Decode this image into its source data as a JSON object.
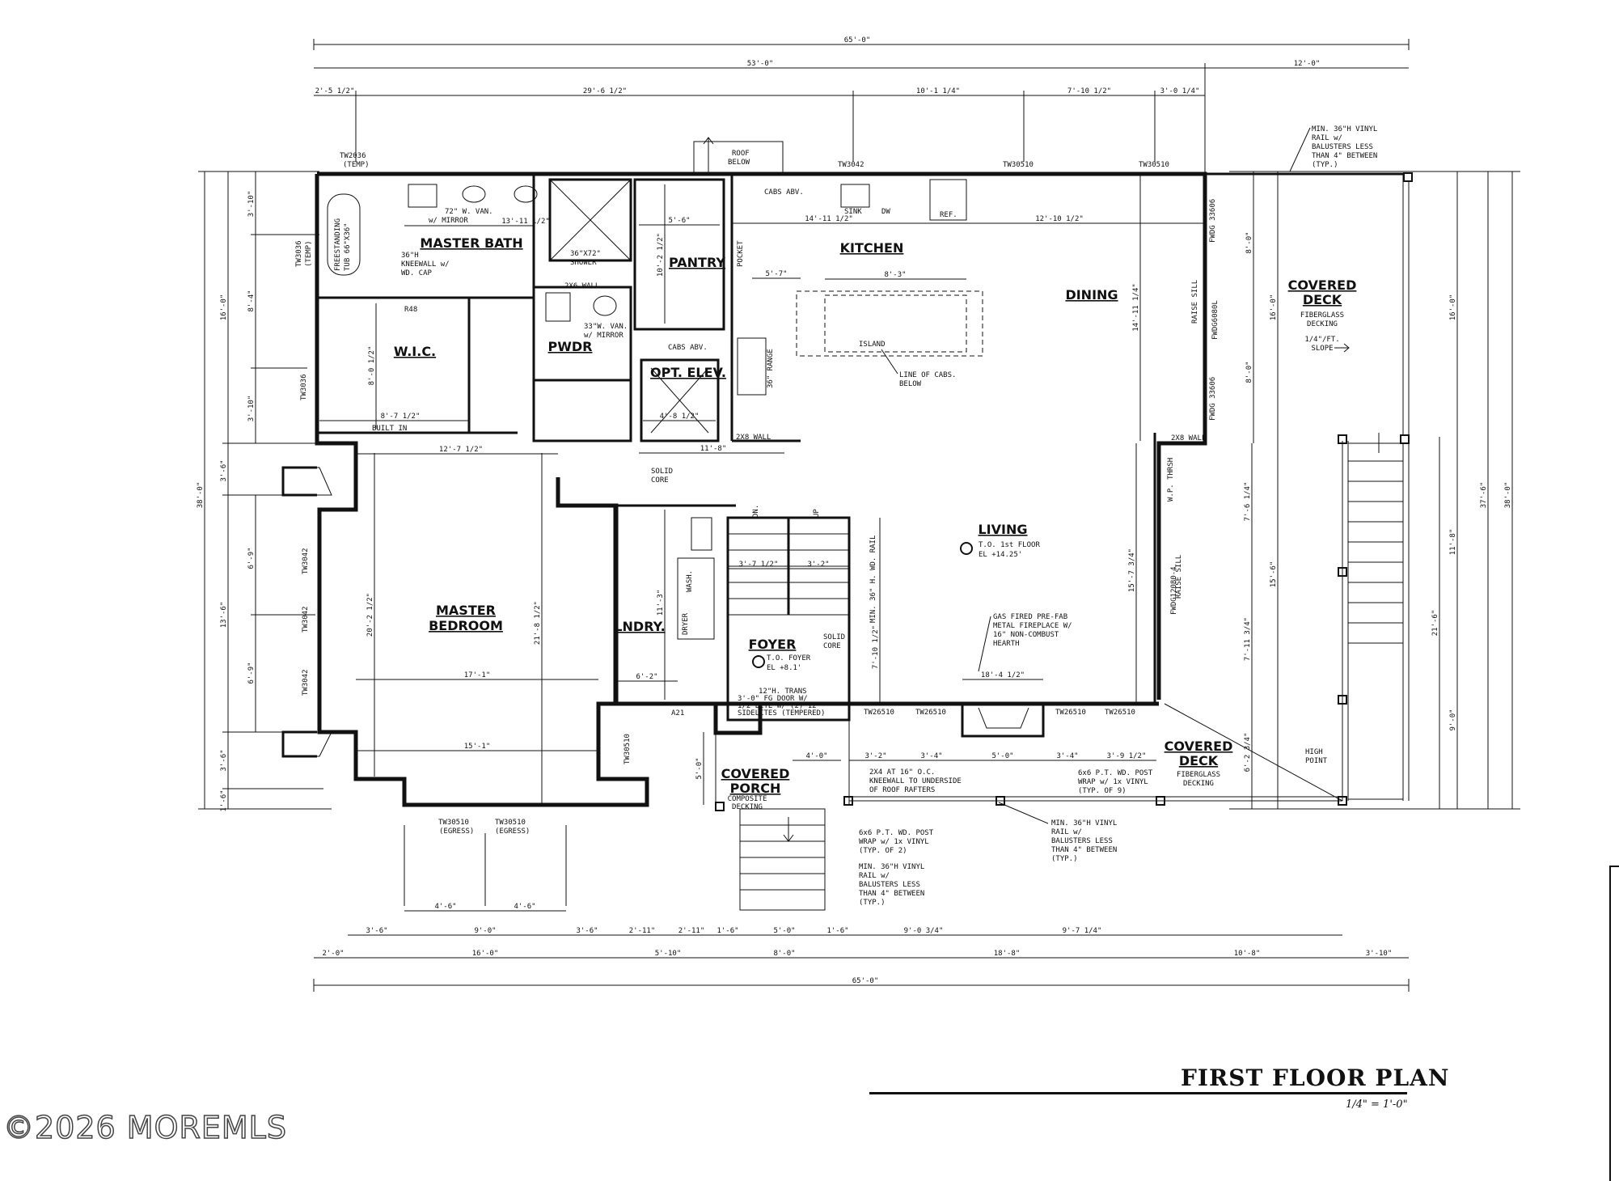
{
  "title": "FIRST FLOOR PLAN",
  "scale": "1/4\" = 1'-0\"",
  "watermark": "©2026 MOREMLS",
  "rooms": {
    "master_bath": "MASTER BATH",
    "wic": "W.I.C.",
    "pwdr": "PWDR",
    "pantry": "PANTRY",
    "kitchen": "KITCHEN",
    "dining": "DINING",
    "opt_elev": "OPT. ELEV.",
    "master_bedroom_1": "MASTER",
    "master_bedroom_2": "BEDROOM",
    "lndry": "LNDRY.",
    "foyer": "FOYER",
    "living": "LIVING",
    "covered_deck_right_1": "COVERED",
    "covered_deck_right_2": "DECK",
    "covered_deck_bottom_1": "COVERED",
    "covered_deck_bottom_2": "DECK",
    "covered_porch_1": "COVERED",
    "covered_porch_2": "PORCH"
  },
  "notes": {
    "living_el_1": "T.O. 1st FLOOR",
    "living_el_2": "EL +14.25'",
    "foyer_el_1": "T.O. FOYER",
    "foyer_el_2": "EL +8.1'",
    "fiberglass_1": "FIBERGLASS",
    "fiberglass_2": "DECKING",
    "slope_1": "1/4\"/FT.",
    "slope_2": "SLOPE",
    "fiberglass_b1": "FIBERGLASS",
    "fiberglass_b2": "DECKING",
    "composite_1": "COMPOSITE",
    "composite_2": "DECKING",
    "rail_top_1": "MIN. 36\"H VINYL",
    "rail_top_2": "RAIL w/",
    "rail_top_3": "BALUSTERS LESS",
    "rail_top_4": "THAN 4\" BETWEEN",
    "rail_top_5": "(TYP.)",
    "roof_below_1": "ROOF",
    "roof_below_2": "BELOW",
    "fireplace_1": "GAS FIRED PRE-FAB",
    "fireplace_2": "METAL FIREPLACE W/",
    "fireplace_3": "16\" NON-COMBUST",
    "fireplace_4": "HEARTH",
    "island": "ISLAND",
    "line_cabs_1": "LINE OF CABS.",
    "line_cabs_2": "BELOW",
    "vanity_1": "72\" W. VAN.",
    "vanity_2": "w/ MIRROR",
    "shower_1": "36\"X72\"",
    "shower_2": "SHOWER",
    "kneewall_1": "36\"H",
    "kneewall_2": "KNEEWALL w/",
    "kneewall_3": "WD. CAP",
    "tub_1": "FREESTANDING",
    "tub_2": "TUB 66\"X36\"",
    "pwdr_van_1": "33\"W. VAN.",
    "pwdr_van_2": "w/ MIRROR",
    "cabs_abv": "CABS ABV.",
    "range": "36\" RANGE",
    "sink": "SINK",
    "dw": "DW",
    "ref": "REF.",
    "built_in": "BUILT IN",
    "r48": "R48",
    "wall_2x6": "2X6 WALL",
    "wall_2x8": "2X8 WALL",
    "dryer": "DRYER",
    "wash": "WASH.",
    "solid_core_1": "SOLID",
    "solid_core_2": "CORE",
    "trans_1": "12\"H. TRANS",
    "trans_2": "3'-0\" FG DOOR W/",
    "trans_3": "1/2 LITE W/ (2) 12\"",
    "trans_4": "SIDELITES (TEMPERED)",
    "kneewall_b_1": "2X4 AT 16\" O.C.",
    "kneewall_b_2": "KNEEWALL TO UNDERSIDE",
    "kneewall_b_3": "OF ROOF RAFTERS",
    "post_r_1": "6x6 P.T. WD. POST",
    "post_r_2": "WRAP w/ 1x VINYL",
    "post_r_3": "(TYP. OF 9)",
    "post_l_1": "6x6 P.T. WD. POST",
    "post_l_2": "WRAP w/ 1x VINYL",
    "post_l_3": "(TYP. OF 2)",
    "rail_b_1": "MIN. 36\"H VINYL",
    "rail_b_2": "RAIL w/",
    "rail_b_3": "BALUSTERS LESS",
    "rail_b_4": "THAN 4\" BETWEEN",
    "rail_b_5": "(TYP.)",
    "rail_c_1": "MIN. 36\"H VINYL",
    "rail_c_2": "RAIL w/",
    "rail_c_3": "BALUSTERS LESS",
    "rail_c_4": "THAN 4\" BETWEEN",
    "rail_c_5": "(TYP.)",
    "high_point_1": "HIGH",
    "high_point_2": "POINT",
    "rail_stair": "MIN. 36\" H. WD. RAIL",
    "raise_sill_1": "RAISE SILL",
    "raise_sill_2": "RAISE SILL",
    "wp_thrsh": "W.P. THRSH",
    "egress_1": "(EGRESS)",
    "egress_2": "(EGRESS)",
    "dn": "DN.",
    "up": "UP",
    "pocket": "POCKET",
    "a21": "A21"
  },
  "windows": {
    "tw2036_top": "TW2036",
    "tw2036_top_temp": "(TEMP)",
    "tw3036": "TW3036",
    "tw3036_temp": "(TEMP)",
    "tw3036_b": "TW3036",
    "tw3042_top": "TW3042",
    "tw30510_a": "TW30510",
    "tw30510_b": "TW30510",
    "tw3042_l1": "TW3042",
    "tw3042_l2": "TW3042",
    "tw3042_l3": "TW3042",
    "tw30510_bl": "TW30510",
    "tw30510_br": "TW30510",
    "tw30510_v": "TW30510",
    "tw26510_1": "TW26510",
    "tw26510_2": "TW26510",
    "tw26510_3": "TW26510",
    "tw26510_4": "TW26510",
    "fwdg_1": "FWDG 33606",
    "fwdg_2": "FWDG6080L",
    "fwdg_3": "FWDG 33606",
    "fwdg_4": "FWDG12080-4"
  },
  "dims_top": {
    "overall": "65'-0\"",
    "main": "53'-0\"",
    "deck": "12'-0\"",
    "seg1": "2'-5 1/2\"",
    "seg2": "29'-6 1/2\"",
    "seg3": "10'-1 1/4\"",
    "seg4": "7'-10 1/2\"",
    "seg5": "3'-0 1/4\""
  },
  "dims_bottom": {
    "row1": [
      "3'-6\"",
      "4'-6\"",
      "4'-6\"",
      "3'-6\""
    ],
    "row2": [
      "3'-6\"",
      "9'-0\"",
      "3'-6\"",
      "2'-11\"",
      "2'-11\"",
      "1'-6\"",
      "5'-0\"",
      "1'-6\"",
      "9'-0 3/4\"",
      "9'-7 1/4\""
    ],
    "row3": [
      "2'-0\"",
      "16'-0\"",
      "5'-10\"",
      "8'-0\"",
      "18'-8\"",
      "10'-8\"",
      "3'-10\""
    ],
    "overall": "65'-0\""
  },
  "dims_left": {
    "overall": "38'-0\"",
    "a": "16'-0\"",
    "b": "3'-6\"",
    "c": "13'-6\"",
    "d": "3'-6\"",
    "e": "1'-6\"",
    "f": "3'-10\"",
    "g": "8'-4\"",
    "h": "3'-10\"",
    "i": "6'-9\"",
    "j": "6'-9\""
  },
  "dims_right": {
    "overall": "38'-0\"",
    "a": "16'-0\"",
    "b": "37'-6\"",
    "c": "16'-0\"",
    "d": "11'-8\"",
    "e": "21'-6\"",
    "f": "9'-0\"",
    "g": "8'-0\"",
    "h": "8'-0\"",
    "i": "15'-6\"",
    "j": "7'-6 1/4\"",
    "k": "7'-11 3/4\"",
    "l": "6'-2 3/4\""
  },
  "dims_inner": {
    "kitchen_w": "14'-11 1/2\"",
    "dining_w": "12'-10 1/2\"",
    "dining_h": "14'-11 1/4\"",
    "island_w": "8'-3\"",
    "living_h": "15'-7 3/4\"",
    "mb_h1": "20'-2 1/2\"",
    "mb_h2": "21'-8 1/2\"",
    "mb_w1": "17'-1\"",
    "mb_w2": "15'-1\"",
    "mb_top": "12'-7 1/2\"",
    "wic_w": "8'-7 1/2\"",
    "wic_h": "8'-0 1/2\"",
    "hall": "11'-8\"",
    "lndry_w": "6'-2\"",
    "lndry_h": "11'-3\"",
    "fireplace_w": "18'-4 1/2\"",
    "stair_1": "3'-7 1/2\"",
    "stair_2": "3'-2\"",
    "stair_h": "7'-10 1/2\"",
    "pantry_w": "5'-6\"",
    "pantry_h": "10'-2 1/2\"",
    "bath_w": "13'-11 1/2\"",
    "elev": "4'-8 1/2\"",
    "hall_w": "5'-7\"",
    "lv_seg": [
      "3'-2\"",
      "3'-4\"",
      "5'-0\"",
      "3'-4\"",
      "3'-9 1/2\""
    ],
    "porch_w": "4'-0\"",
    "porch_h": "5'-0\""
  }
}
